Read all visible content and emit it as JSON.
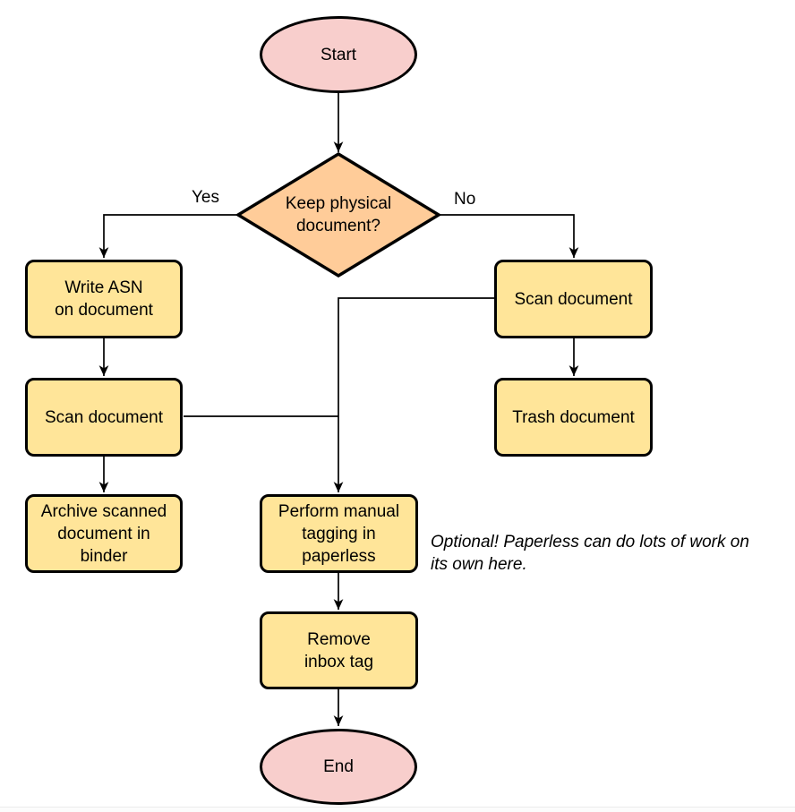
{
  "colors": {
    "background": "#ffffff",
    "terminal_fill": "#f8cecc",
    "process_fill": "#ffe599",
    "decision_fill": "#ffcc99",
    "stroke": "#000000"
  },
  "nodes": {
    "start": {
      "label": "Start",
      "type": "terminal"
    },
    "decision": {
      "label": "Keep physical\ndocument?",
      "type": "decision"
    },
    "write_asn": {
      "label": "Write ASN\non document",
      "type": "process"
    },
    "scan_left": {
      "label": "Scan document",
      "type": "process"
    },
    "archive": {
      "label": "Archive scanned\ndocument in\nbinder",
      "type": "process"
    },
    "scan_right": {
      "label": "Scan document",
      "type": "process"
    },
    "trash": {
      "label": "Trash document",
      "type": "process"
    },
    "tagging": {
      "label": "Perform manual\ntagging in\npaperless",
      "type": "process"
    },
    "remove_inbox": {
      "label": "Remove\ninbox tag",
      "type": "process"
    },
    "end": {
      "label": "End",
      "type": "terminal"
    }
  },
  "edges": [
    {
      "from": "start",
      "to": "decision",
      "label": ""
    },
    {
      "from": "decision",
      "to": "write_asn",
      "label": "Yes"
    },
    {
      "from": "decision",
      "to": "scan_right",
      "label": "No"
    },
    {
      "from": "write_asn",
      "to": "scan_left",
      "label": ""
    },
    {
      "from": "scan_left",
      "to": "archive",
      "label": ""
    },
    {
      "from": "scan_right",
      "to": "trash",
      "label": ""
    },
    {
      "from": "scan_right",
      "to": "tagging",
      "label": ""
    },
    {
      "from": "scan_left",
      "to": "tagging",
      "label": ""
    },
    {
      "from": "tagging",
      "to": "remove_inbox",
      "label": ""
    },
    {
      "from": "remove_inbox",
      "to": "end",
      "label": ""
    }
  ],
  "note": {
    "text": "Optional! Paperless can do lots of work on\nits own here."
  }
}
